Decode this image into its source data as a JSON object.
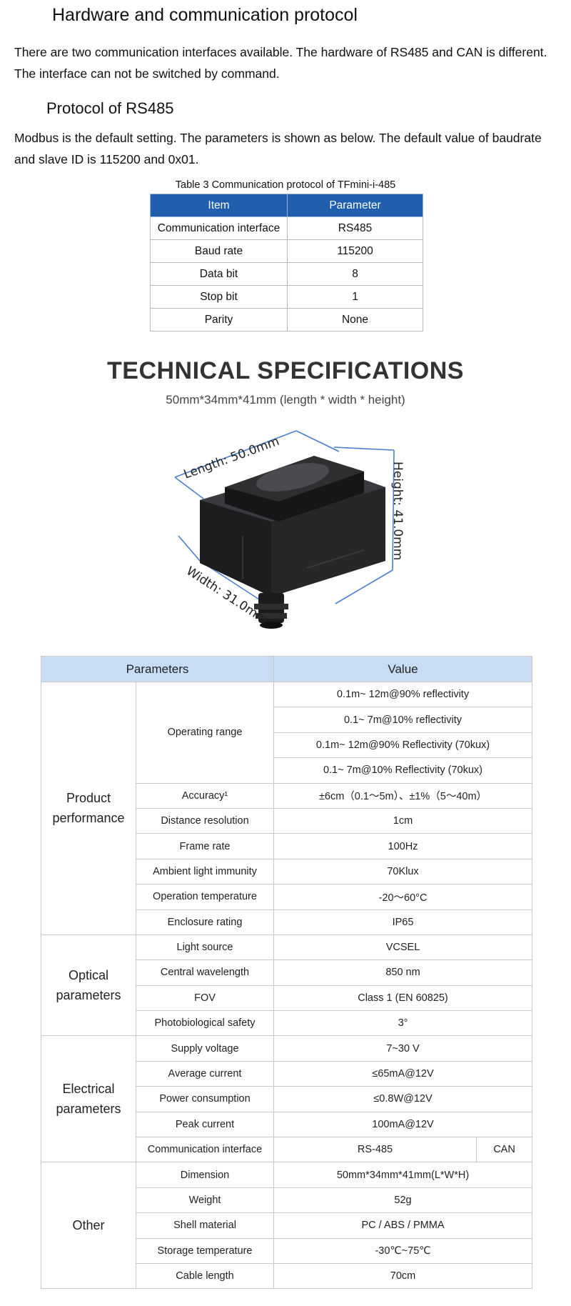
{
  "section": {
    "title": "Hardware and communication protocol",
    "intro_line1": "There are two communication interfaces available. The hardware of RS485 and CAN is different.",
    "intro_line2": "The interface can not be switched by command."
  },
  "rs485": {
    "title": "Protocol of RS485",
    "desc_line1": "Modbus is the default setting. The parameters is shown as below. The default value of baudrate",
    "desc_line2": "and slave ID is 115200 and 0x01.",
    "table_caption": "Table 3 Communication protocol of TFmini-i-485",
    "headers": [
      "Item",
      "Parameter"
    ],
    "rows": [
      [
        "Communication interface",
        "RS485"
      ],
      [
        "Baud rate",
        "115200"
      ],
      [
        "Data bit",
        "8"
      ],
      [
        "Stop bit",
        "1"
      ],
      [
        "Parity",
        "None"
      ]
    ]
  },
  "specs": {
    "title": "TECHNICAL SPECIFICATIONS",
    "subtitle": "50mm*34mm*41mm (length * width * height)",
    "device_labels": {
      "length": "Length: 50.0mm",
      "height": "Height: 41.0mm",
      "width": "Width: 31.0mm"
    },
    "headers": [
      "Parameters",
      "Value"
    ],
    "groups": {
      "product": {
        "label_line1": "Product",
        "label_line2": "performance",
        "operating_range": "Operating range",
        "range_values": [
          "0.1m~ 12m@90% reflectivity",
          "0.1~ 7m@10% reflectivity",
          "0.1m~ 12m@90% Reflectivity (70kux)",
          "0.1~ 7m@10% Reflectivity (70kux)"
        ],
        "rows": [
          [
            "Accuracy¹",
            "±6cm（0.1～5m）、±1%（5～40m）"
          ],
          [
            "Distance resolution",
            "1cm"
          ],
          [
            "Frame rate",
            "100Hz"
          ],
          [
            "Ambient light immunity",
            "70Klux"
          ],
          [
            "Operation temperature",
            "-20～60°C"
          ],
          [
            "Enclosure rating",
            "IP65"
          ]
        ]
      },
      "optical": {
        "label_line1": "Optical",
        "label_line2": "parameters",
        "rows": [
          [
            "Light source",
            "VCSEL"
          ],
          [
            "Central wavelength",
            "850 nm"
          ],
          [
            "FOV",
            "Class 1 (EN 60825)"
          ],
          [
            "Photobiological safety",
            "3°"
          ]
        ]
      },
      "electrical": {
        "label_line1": "Electrical",
        "label_line2": "parameters",
        "rows": [
          [
            "Supply voltage",
            "7~30 V"
          ],
          [
            "Average current",
            "≤65mA@12V"
          ],
          [
            "Power consumption",
            "≤0.8W@12V"
          ],
          [
            "Peak current",
            "100mA@12V"
          ]
        ],
        "comm_label": "Communication interface",
        "comm_value_a": "RS-485",
        "comm_value_b": "CAN"
      },
      "other": {
        "label": "Other",
        "rows": [
          [
            "Dimension",
            "50mm*34mm*41mm(L*W*H)"
          ],
          [
            "Weight",
            "52g"
          ],
          [
            "Shell material",
            "PC / ABS / PMMA"
          ],
          [
            "Storage temperature",
            "-30℃~75℃"
          ],
          [
            "Cable length",
            "70cm"
          ]
        ]
      }
    }
  }
}
